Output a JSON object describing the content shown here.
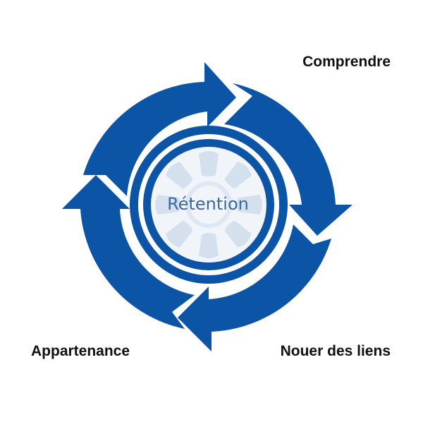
{
  "center": {
    "label": "Rétention"
  },
  "stages": [
    {
      "label": "Comprendre"
    },
    {
      "label": "Nouer des liens"
    },
    {
      "label": "Appartenance"
    }
  ],
  "colors": {
    "primary": "#0b54a6",
    "ring_dark": "#0b54a6",
    "ring_light": "#ffffff",
    "wheel_fill": "#f1f4f9",
    "spokes": "#d5e0ee",
    "center_text": "#3a6aa3",
    "label_text": "#111111"
  }
}
